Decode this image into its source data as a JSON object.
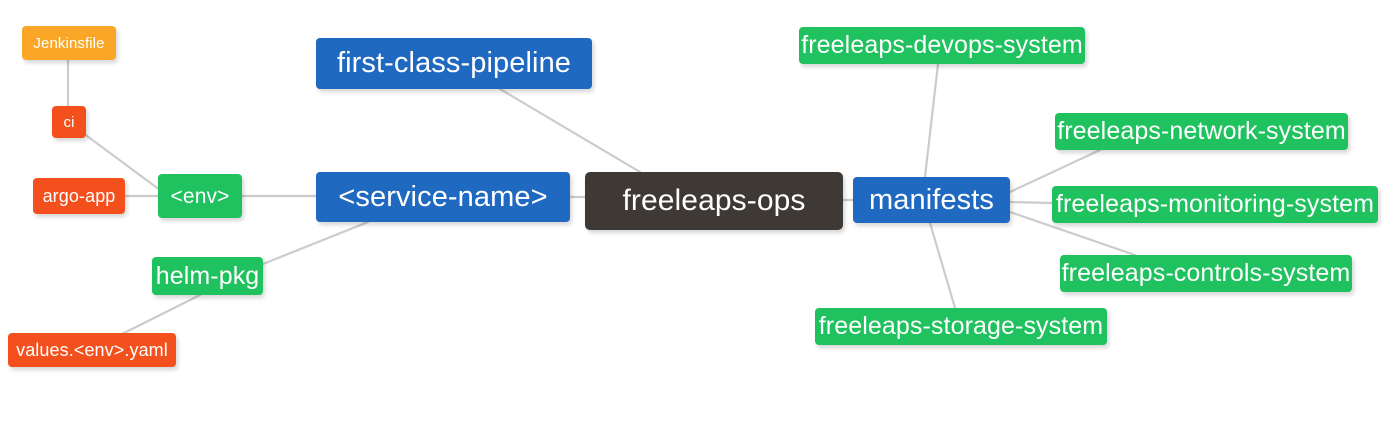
{
  "diagram": {
    "title": "freeleaps-ops repository structure mindmap",
    "type": "mindmap",
    "background": "#ffffff",
    "edge_color": "#cccccc"
  },
  "palette": {
    "root_dark": "#3e3935",
    "blue": "#2069c0",
    "green": "#1fc25e",
    "orange": "#faa728",
    "red": "#f4501e",
    "text": "#ffffff",
    "edge": "#cccccc"
  },
  "nodes": {
    "root": {
      "label": "freeleaps-ops",
      "color": "#3e3935"
    },
    "first_class_pipeline": {
      "label": "first-class-pipeline",
      "color": "#2069c0"
    },
    "service_name": {
      "label": "<service-name>",
      "color": "#2069c0"
    },
    "manifests": {
      "label": "manifests",
      "color": "#2069c0"
    },
    "env": {
      "label": "<env>",
      "color": "#1fc25e"
    },
    "helm_pkg": {
      "label": "helm-pkg",
      "color": "#1fc25e"
    },
    "jenkinsfile": {
      "label": "Jenkinsfile",
      "color": "#faa728"
    },
    "ci": {
      "label": "ci",
      "color": "#f4501e"
    },
    "argo_app": {
      "label": "argo-app",
      "color": "#f4501e"
    },
    "values_yaml": {
      "label": "values.<env>.yaml",
      "color": "#f4501e"
    },
    "devops_system": {
      "label": "freeleaps-devops-system",
      "color": "#1fc25e"
    },
    "network_system": {
      "label": "freeleaps-network-system",
      "color": "#1fc25e"
    },
    "monitoring_system": {
      "label": "freeleaps-monitoring-system",
      "color": "#1fc25e"
    },
    "controls_system": {
      "label": "freeleaps-controls-system",
      "color": "#1fc25e"
    },
    "storage_system": {
      "label": "freeleaps-storage-system",
      "color": "#1fc25e"
    }
  },
  "edges": [
    {
      "from": "root",
      "to": "first_class_pipeline"
    },
    {
      "from": "root",
      "to": "service_name"
    },
    {
      "from": "root",
      "to": "manifests"
    },
    {
      "from": "service_name",
      "to": "env"
    },
    {
      "from": "service_name",
      "to": "helm_pkg"
    },
    {
      "from": "env",
      "to": "ci"
    },
    {
      "from": "env",
      "to": "argo_app"
    },
    {
      "from": "ci",
      "to": "jenkinsfile"
    },
    {
      "from": "helm_pkg",
      "to": "values_yaml"
    },
    {
      "from": "manifests",
      "to": "devops_system"
    },
    {
      "from": "manifests",
      "to": "network_system"
    },
    {
      "from": "manifests",
      "to": "monitoring_system"
    },
    {
      "from": "manifests",
      "to": "controls_system"
    },
    {
      "from": "manifests",
      "to": "storage_system"
    }
  ]
}
